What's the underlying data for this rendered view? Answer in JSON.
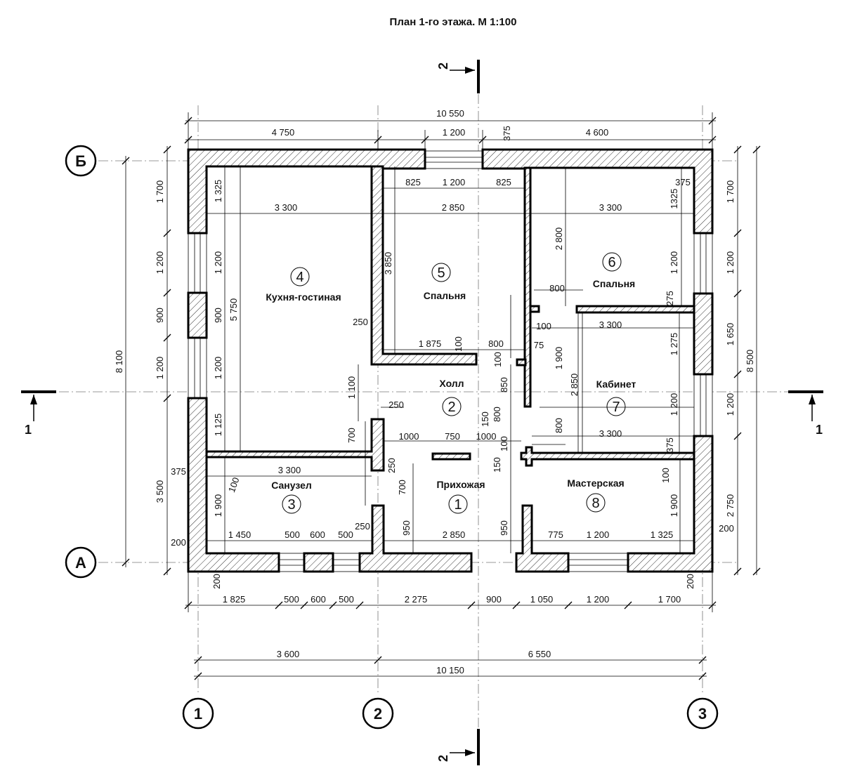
{
  "title": "План 1-го этажа. М 1:100",
  "axes": {
    "rows": [
      {
        "id": "row-b",
        "label": "Б"
      },
      {
        "id": "row-a",
        "label": "А"
      }
    ],
    "columns": [
      {
        "id": "col-1",
        "label": "1"
      },
      {
        "id": "col-2",
        "label": "2"
      },
      {
        "id": "col-3",
        "label": "3"
      }
    ]
  },
  "section_marks": {
    "vertical": "2",
    "horizontal": "1"
  },
  "rooms": [
    {
      "number": "1",
      "name": "Прихожая"
    },
    {
      "number": "2",
      "name": "Холл"
    },
    {
      "number": "3",
      "name": "Санузел"
    },
    {
      "number": "4",
      "name": "Кухня-гостиная"
    },
    {
      "number": "5",
      "name": "Спальня"
    },
    {
      "number": "6",
      "name": "Спальня"
    },
    {
      "number": "7",
      "name": "Кабинет"
    },
    {
      "number": "8",
      "name": "Мастерская"
    }
  ],
  "dimensions": {
    "top_overall": "10 550",
    "top_chain": [
      "4 750",
      "1 200",
      "4 600"
    ],
    "top_375": "375",
    "bottom_chain": [
      "1 825",
      "500",
      "600",
      "500",
      "2 275",
      "900",
      "1 050",
      "1 200",
      "1 700"
    ],
    "bottom_axes": [
      "3 600",
      "6 550"
    ],
    "bottom_overall": "10 150",
    "left_overall": "8 100",
    "left_axes": "3 500",
    "left_chain": [
      "1 700",
      "1 200",
      "900",
      "1 200"
    ],
    "right_overall": "8 500",
    "right_chain": [
      "1 700",
      "1 200",
      "1 650",
      "1 200",
      "2 750"
    ],
    "interior": [
      "3 300",
      "2 850",
      "3 300",
      "825",
      "1 200",
      "825",
      "1 325",
      "1 200",
      "900",
      "1 200",
      "1 125",
      "5 750",
      "3 850",
      "250",
      "1 875",
      "100",
      "800",
      "75",
      "100",
      "2 800",
      "800",
      "100",
      "3 300",
      "1 900",
      "850",
      "2 850",
      "1 275",
      "1 200",
      "1 200",
      "3 300",
      "375",
      "275",
      "1325",
      "375",
      "1 100",
      "250",
      "700",
      "1000",
      "750",
      "1000",
      "150",
      "800",
      "150",
      "100",
      "800",
      "250",
      "700",
      "375",
      "3 300",
      "100",
      "1 900",
      "1 450",
      "500",
      "600",
      "500",
      "250",
      "950",
      "2 850",
      "950",
      "775",
      "1 200",
      "1 325",
      "100",
      "1 900",
      "200",
      "200",
      "200",
      "200"
    ]
  }
}
